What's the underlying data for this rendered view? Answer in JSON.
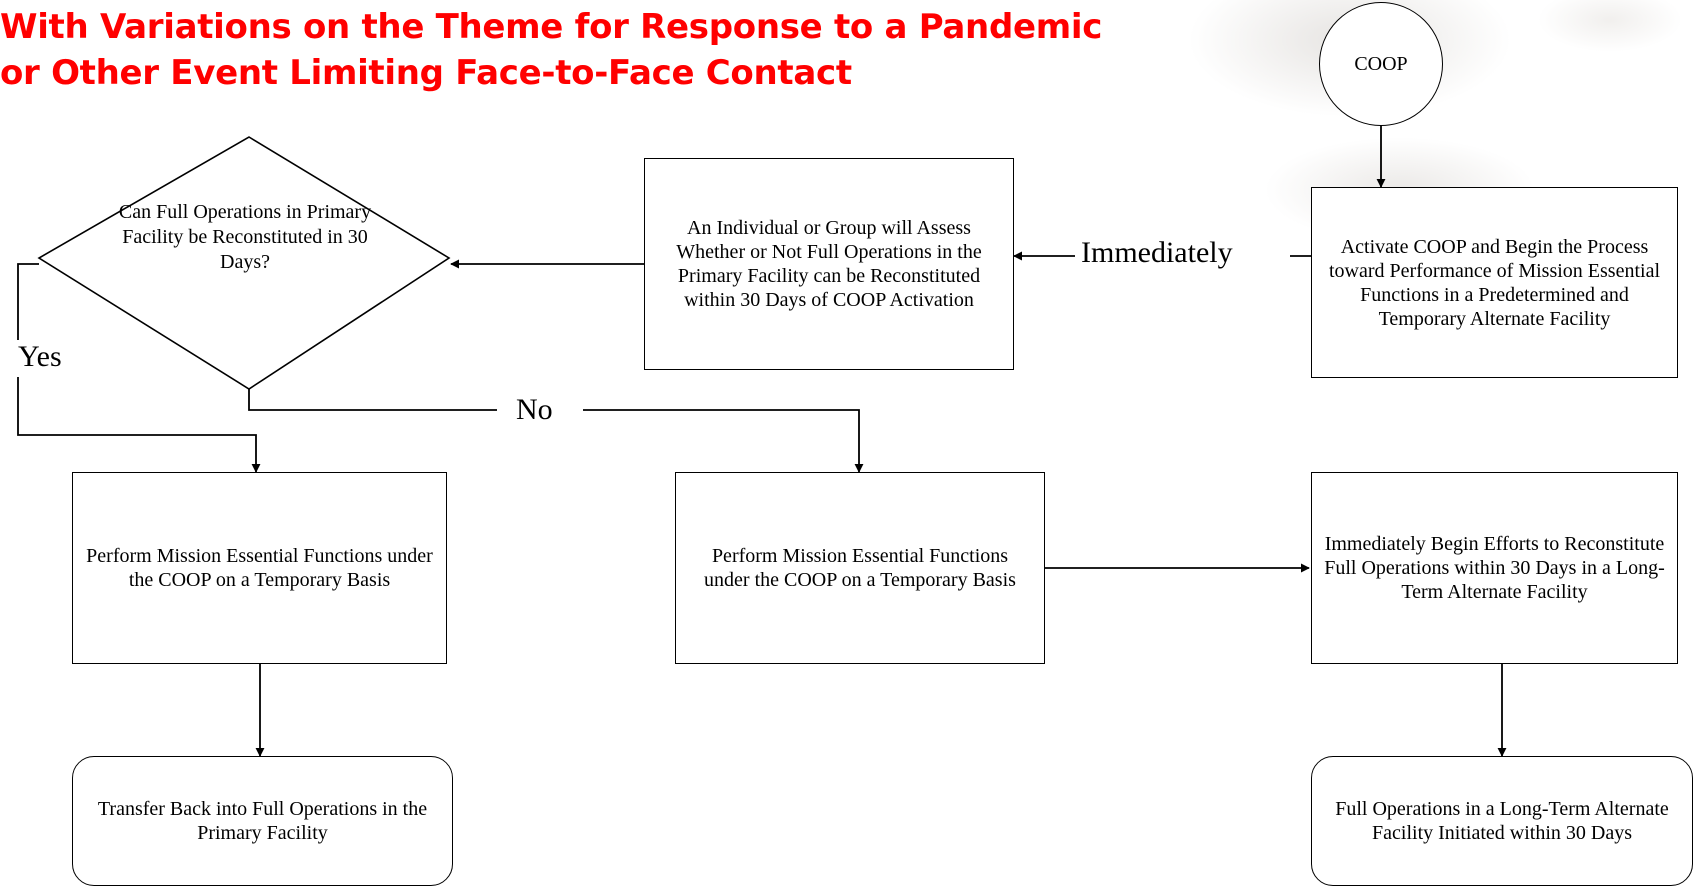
{
  "title": {
    "line1": "With Variations on the Theme for Response to a Pandemic",
    "line2": "or Other Event Limiting Face-to-Face Contact"
  },
  "nodes": {
    "coop": "COOP",
    "activate": "Activate COOP and Begin the Process toward Performance of Mission Essential Functions in a Predetermined and Temporary Alternate Facility",
    "assess": "An Individual or Group will Assess Whether or Not Full Operations in the Primary Facility can be Reconstituted within 30 Days of COOP Activation",
    "decision": "Can Full Operations in Primary Facility be Reconstituted in 30 Days?",
    "perform_yes": "Perform Mission Essential Functions under the COOP on a Temporary Basis",
    "perform_no": "Perform Mission Essential Functions under the COOP on a Temporary Basis",
    "reconstitute": "Immediately Begin Efforts to Reconstitute Full Operations within 30 Days in a Long-Term Alternate Facility",
    "transfer_back": "Transfer Back into Full Operations in the Primary Facility",
    "full_ops": "Full Operations in a Long-Term Alternate Facility Initiated within 30 Days"
  },
  "edge_labels": {
    "immediately": "Immediately",
    "yes": "Yes",
    "no": "No"
  },
  "colors": {
    "title": "#ff0000",
    "stroke": "#000000"
  }
}
